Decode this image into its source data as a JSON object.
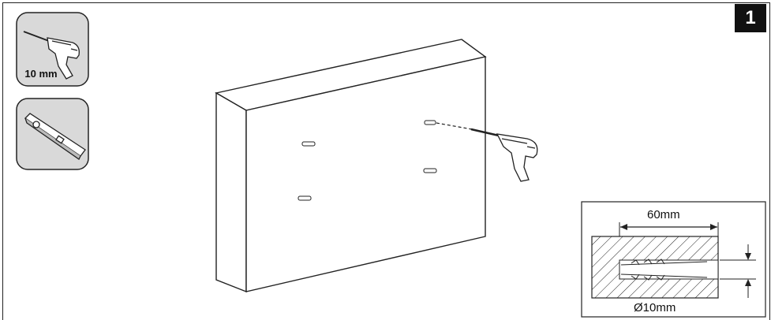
{
  "step": {
    "number": "1"
  },
  "tools": {
    "drill": {
      "label": "10 mm",
      "icon": "drill-icon"
    },
    "level": {
      "icon": "spirit-level-icon"
    }
  },
  "detail": {
    "depth_label": "60mm",
    "diameter_label": "Ø10mm"
  },
  "colors": {
    "panel_fill": "#d9d9d9",
    "badge": "#111111",
    "line": "#222222"
  }
}
